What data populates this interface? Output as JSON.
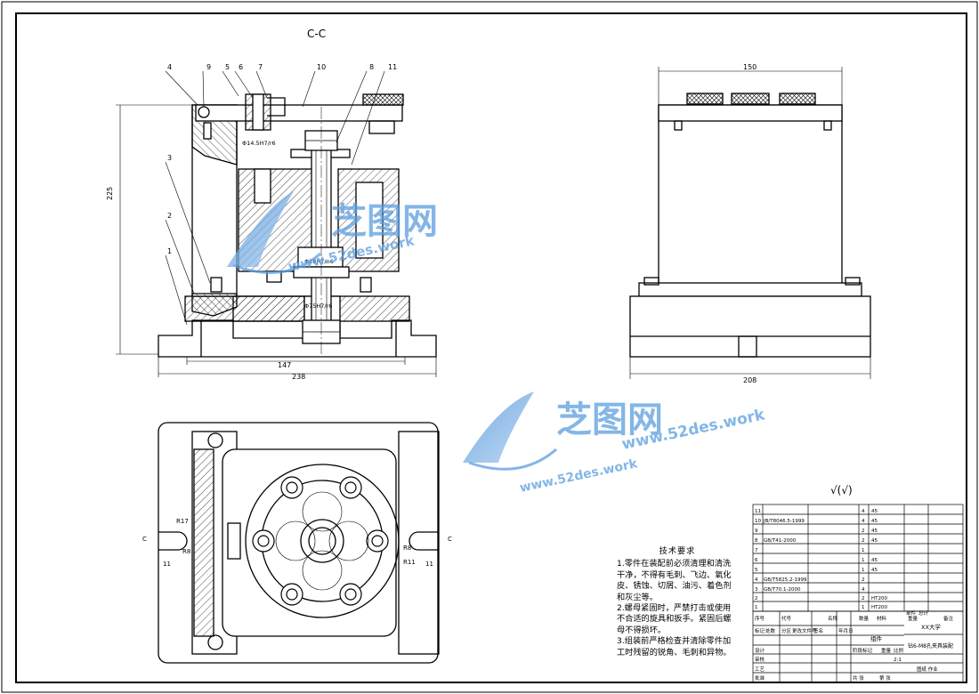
{
  "drawing": {
    "section_label": "C-C",
    "roughness_symbol": "√(√)",
    "watermark": {
      "logo_text": "芝图网",
      "url_text": "www.52des.work"
    }
  },
  "front_view": {
    "part_numbers": [
      "4",
      "9",
      "5",
      "6",
      "7",
      "10",
      "8",
      "11",
      "3",
      "2",
      "1"
    ],
    "fit_labels": [
      "Φ14.5H7/r6",
      "Φ28H7/n6",
      "Φ75H7/r6"
    ],
    "dimensions": {
      "height": "225",
      "base_inner": "147",
      "base_total": "238"
    }
  },
  "side_view": {
    "dimensions": {
      "top_width": "150",
      "base_width": "208"
    }
  },
  "top_view": {
    "section_markers": [
      "C",
      "C"
    ],
    "radius_labels": [
      "R17",
      "R8",
      "R8",
      "R11"
    ],
    "offset_labels": [
      "11",
      "11"
    ]
  },
  "technical_notes": {
    "title": "技术要求",
    "items": [
      "1.零件在装配前必须清理和清洗干净，不得有毛刺、飞边、氧化皮、锈蚀、切屑、油污、着色剂和灰尘等。",
      "2.螺母紧固时，严禁打击或使用不合适的旋具和扳手。紧固后螺母不得损坏。",
      "3.组装前严格检查并清除零件加工时残留的锐角、毛刺和异物。"
    ]
  },
  "bom": {
    "rows": [
      {
        "no": "11",
        "code": "",
        "name": "",
        "qty": "4",
        "material": "45"
      },
      {
        "no": "10",
        "code": "JB/T8046.5-1999",
        "name": "",
        "qty": "4",
        "material": "45"
      },
      {
        "no": "9",
        "code": "",
        "name": "",
        "qty": "2",
        "material": "45"
      },
      {
        "no": "8",
        "code": "GB/T41-2000",
        "name": "",
        "qty": "2",
        "material": "45"
      },
      {
        "no": "7",
        "code": "",
        "name": "",
        "qty": "1",
        "material": ""
      },
      {
        "no": "6",
        "code": "",
        "name": "",
        "qty": "1",
        "material": "45"
      },
      {
        "no": "5",
        "code": "",
        "name": "",
        "qty": "1",
        "material": "45"
      },
      {
        "no": "4",
        "code": "GB/T5825.2-1999",
        "name": "",
        "qty": "2",
        "material": ""
      },
      {
        "no": "3",
        "code": "GB/T70.1-2000",
        "name": "",
        "qty": "4",
        "material": ""
      },
      {
        "no": "2",
        "code": "",
        "name": "",
        "qty": "2",
        "material": "HT200"
      },
      {
        "no": "1",
        "code": "",
        "name": "",
        "qty": "1",
        "material": "HT200"
      }
    ],
    "header": {
      "no": "序号",
      "code": "代号",
      "name": "名称",
      "qty": "数量",
      "material": "材料",
      "weight": "重量",
      "remarks": "备注"
    },
    "weight_sub": [
      "单件",
      "总计"
    ]
  },
  "title_block": {
    "school": "XX大学",
    "assembly_label": "组件",
    "drawing_name": "钻6-M8孔夹具装配",
    "labels": [
      "标记",
      "处数",
      "分区",
      "更改文件号",
      "签名",
      "年月日",
      "设计",
      "审核",
      "工艺",
      "批准",
      "阶段标记",
      "重量",
      "比例",
      "共 张",
      "第 张"
    ],
    "scale": "2:1",
    "sheet": "图纸 作业"
  }
}
